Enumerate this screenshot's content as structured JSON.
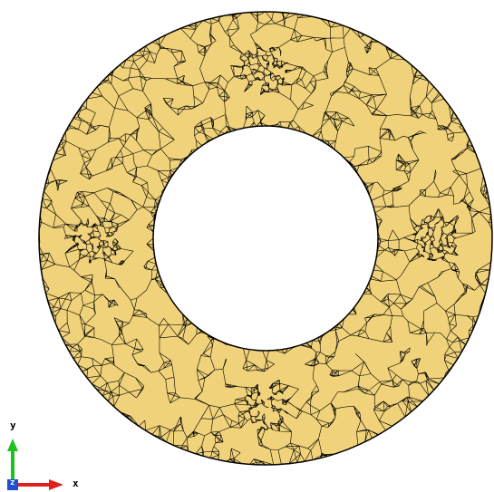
{
  "viewport": {
    "background": "#ffffff",
    "mesh": {
      "fill_color": "#f0d27a",
      "edge_color": "#000000",
      "shape": "annulus",
      "refined_regions": [
        "top",
        "bottom",
        "left",
        "right"
      ]
    }
  },
  "triad": {
    "y_label": "y",
    "x_label": "x",
    "z_label": "z",
    "x_color": "#e02020",
    "y_color": "#20c020",
    "z_color": "#2050d0"
  }
}
